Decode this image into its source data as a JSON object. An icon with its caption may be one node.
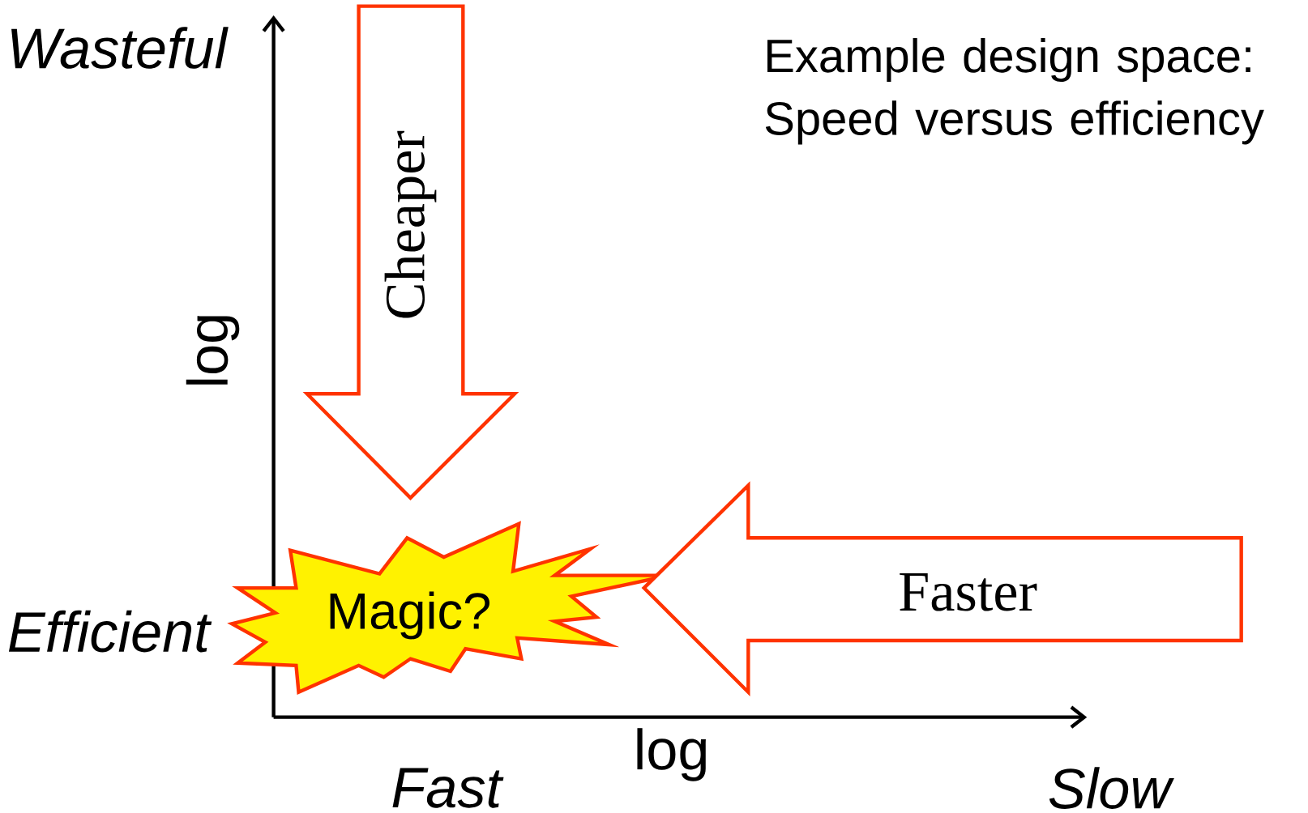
{
  "diagram": {
    "title": "Example design space: Speed versus efficiency",
    "nodes": [
      {
        "text": [
          "Cheaper"
        ]
      },
      {
        "text": [
          "Magic?"
        ]
      },
      {
        "text": [
          "Faster"
        ]
      }
    ],
    "labels": [
      "Wasteful",
      "log",
      "Efficient",
      "log",
      "Fast",
      "Slow"
    ]
  }
}
